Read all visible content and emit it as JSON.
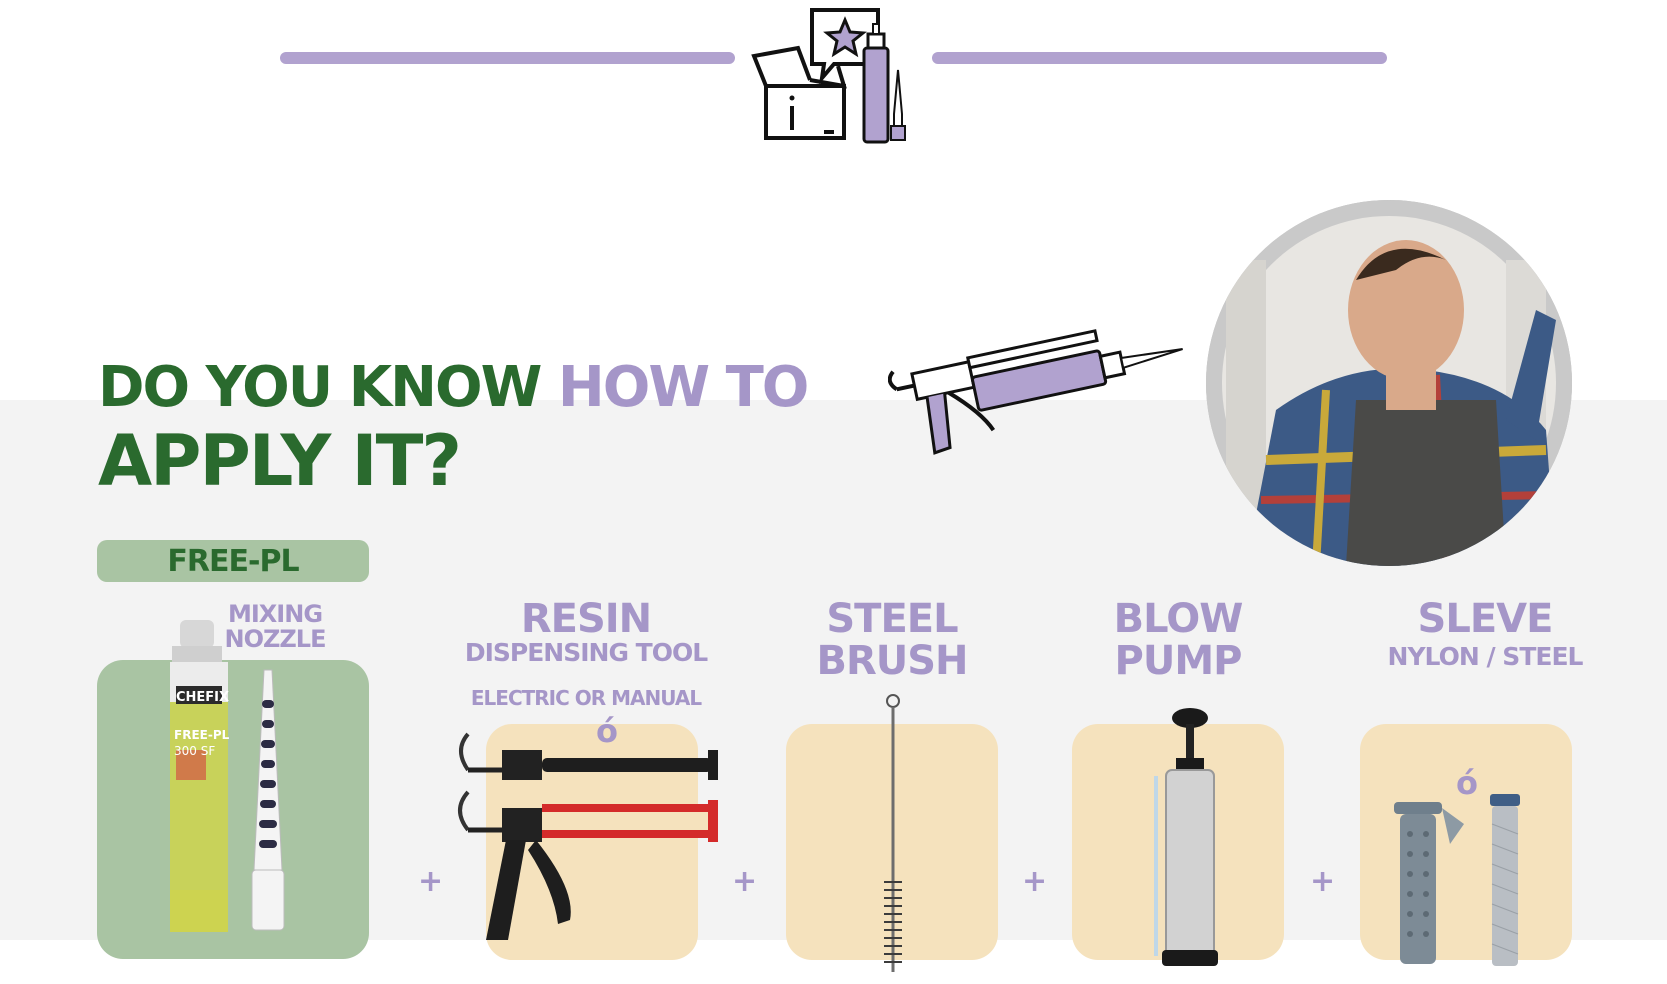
{
  "heading": {
    "part1": "DO YOU KNOW",
    "part2": "HOW TO",
    "part3": "APPLY IT?"
  },
  "badge": "FREE-PL",
  "product": {
    "nozzle_label_line1": "MIXING",
    "nozzle_label_line2": "NOZZLE",
    "brand": "CHEFIX",
    "name": "FREE-PL",
    "size": "300 SF"
  },
  "tools": [
    {
      "title": "RESIN",
      "sub1": "DISPENSING TOOL",
      "sub2": "ELECTRIC OR MANUAL",
      "or": "ó"
    },
    {
      "title1": "STEEL",
      "title2": "BRUSH"
    },
    {
      "title1": "BLOW",
      "title2": "PUMP"
    },
    {
      "title": "SLEVE",
      "sub1": "NYLON / STEEL",
      "or": "ó"
    }
  ],
  "plus": "+",
  "colors": {
    "green": "#2a6a2e",
    "lavender": "#a596c8",
    "sage": "#a9c4a3",
    "peach": "#f5e2bd",
    "band": "#f3f3f3"
  },
  "icons": [
    "box-and-cartridge-icon",
    "caulking-gun-icon",
    "worker-photo",
    "plus-icon"
  ]
}
